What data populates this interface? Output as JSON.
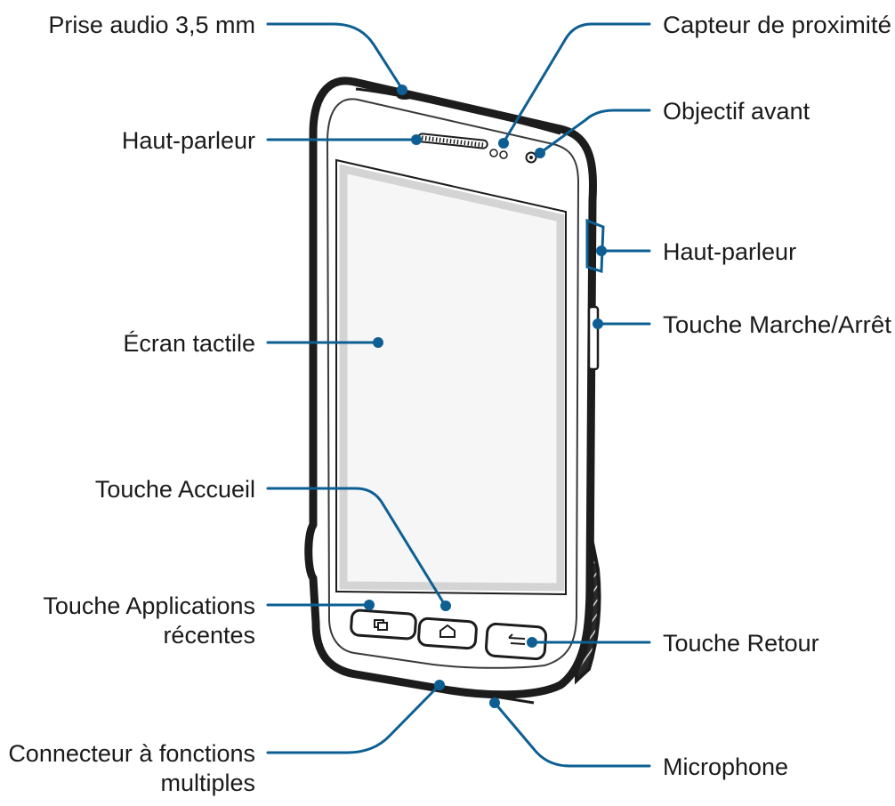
{
  "labels": {
    "audio_jack": "Prise audio 3,5 mm",
    "earpiece": "Haut-parleur",
    "touchscreen": "Écran tactile",
    "home_key": "Touche Accueil",
    "recent_apps_line1": "Touche Applications",
    "recent_apps_line2": "récentes",
    "multipurpose_jack_line1": "Connecteur à fonctions",
    "multipurpose_jack_line2": "multiples",
    "proximity_sensor": "Capteur de proximité",
    "front_camera": "Objectif avant",
    "speaker": "Haut-parleur",
    "power_key": "Touche Marche/Arrêt",
    "back_key": "Touche Retour",
    "microphone": "Microphone"
  },
  "colors": {
    "callout": "#0d5f93",
    "phone_body": "#ffffff",
    "phone_outline": "#1c1c1c",
    "screen_fill": "#f6f6f6",
    "screen_edge": "#d4d4d4"
  }
}
